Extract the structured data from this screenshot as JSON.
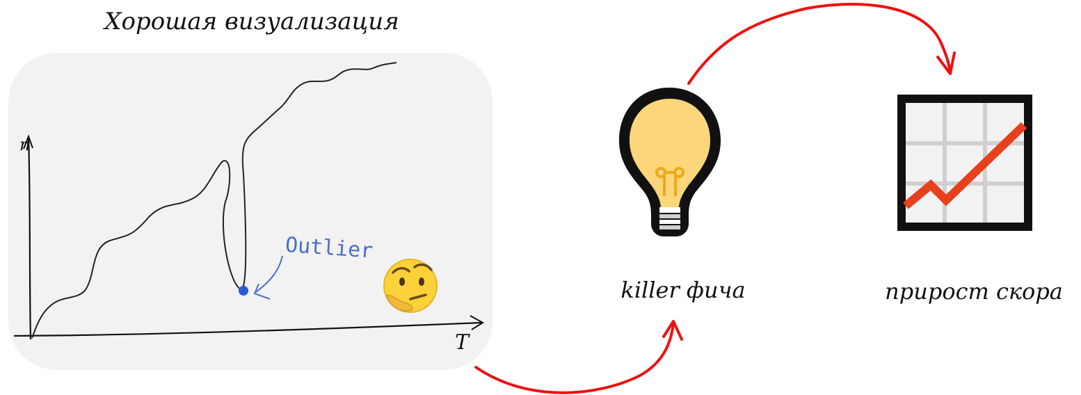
{
  "title": "Хорошая визуализация",
  "sketch": {
    "annotation": "Outlier",
    "y_axis_label": "n",
    "x_axis_label": "T",
    "emoji": "thinking-face"
  },
  "steps": [
    {
      "icon": "light-bulb-icon",
      "label": "killer фича"
    },
    {
      "icon": "chart-increasing-icon",
      "label": "прирост скора"
    }
  ],
  "colors": {
    "arrow": "#ee1111",
    "annotation": "#4a6fc9",
    "panel_bg": "#f2f2f2",
    "ink": "#111111",
    "bulb_fill": "#fcd67a",
    "chart_line": "#e8401c"
  }
}
